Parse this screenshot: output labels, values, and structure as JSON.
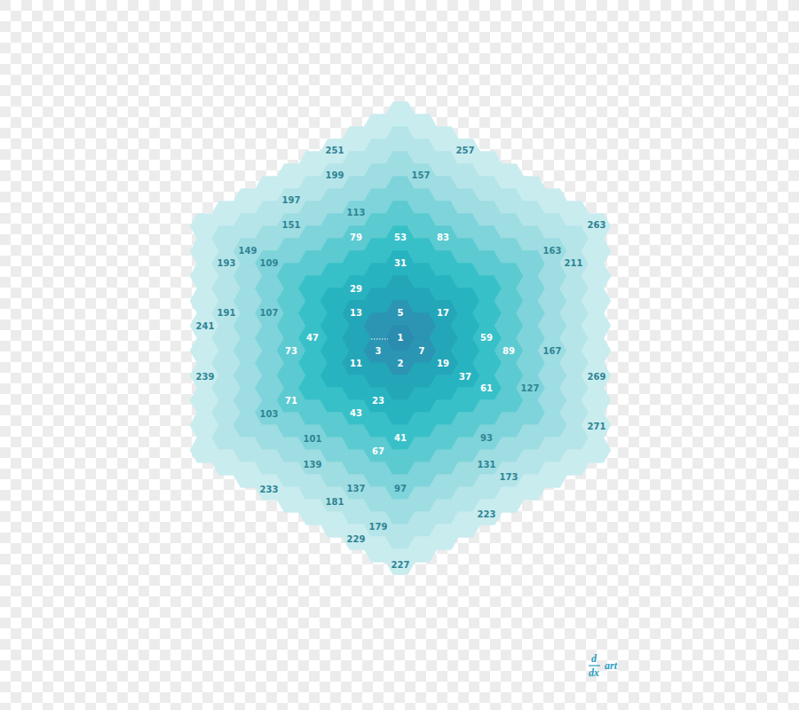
{
  "diagram": {
    "labels": [
      "251",
      "257",
      "199",
      "157",
      "197",
      "113",
      "151",
      "263",
      "79",
      "53",
      "83",
      "149",
      "163",
      "193",
      "109",
      "31",
      "211",
      "29",
      "191",
      "107",
      "13",
      "5",
      "17",
      "241",
      "47",
      "1",
      "59",
      "73",
      "3",
      "7",
      "89",
      "167",
      "11",
      "2",
      "19",
      "239",
      "37",
      "269",
      "61",
      "127",
      "71",
      "23",
      "43",
      "103",
      "271",
      "101",
      "41",
      "93",
      "67",
      "139",
      "131",
      "173",
      "233",
      "137",
      "97",
      "181",
      "223",
      "179",
      "229",
      "227",
      "d",
      "dx",
      "art"
    ]
  }
}
